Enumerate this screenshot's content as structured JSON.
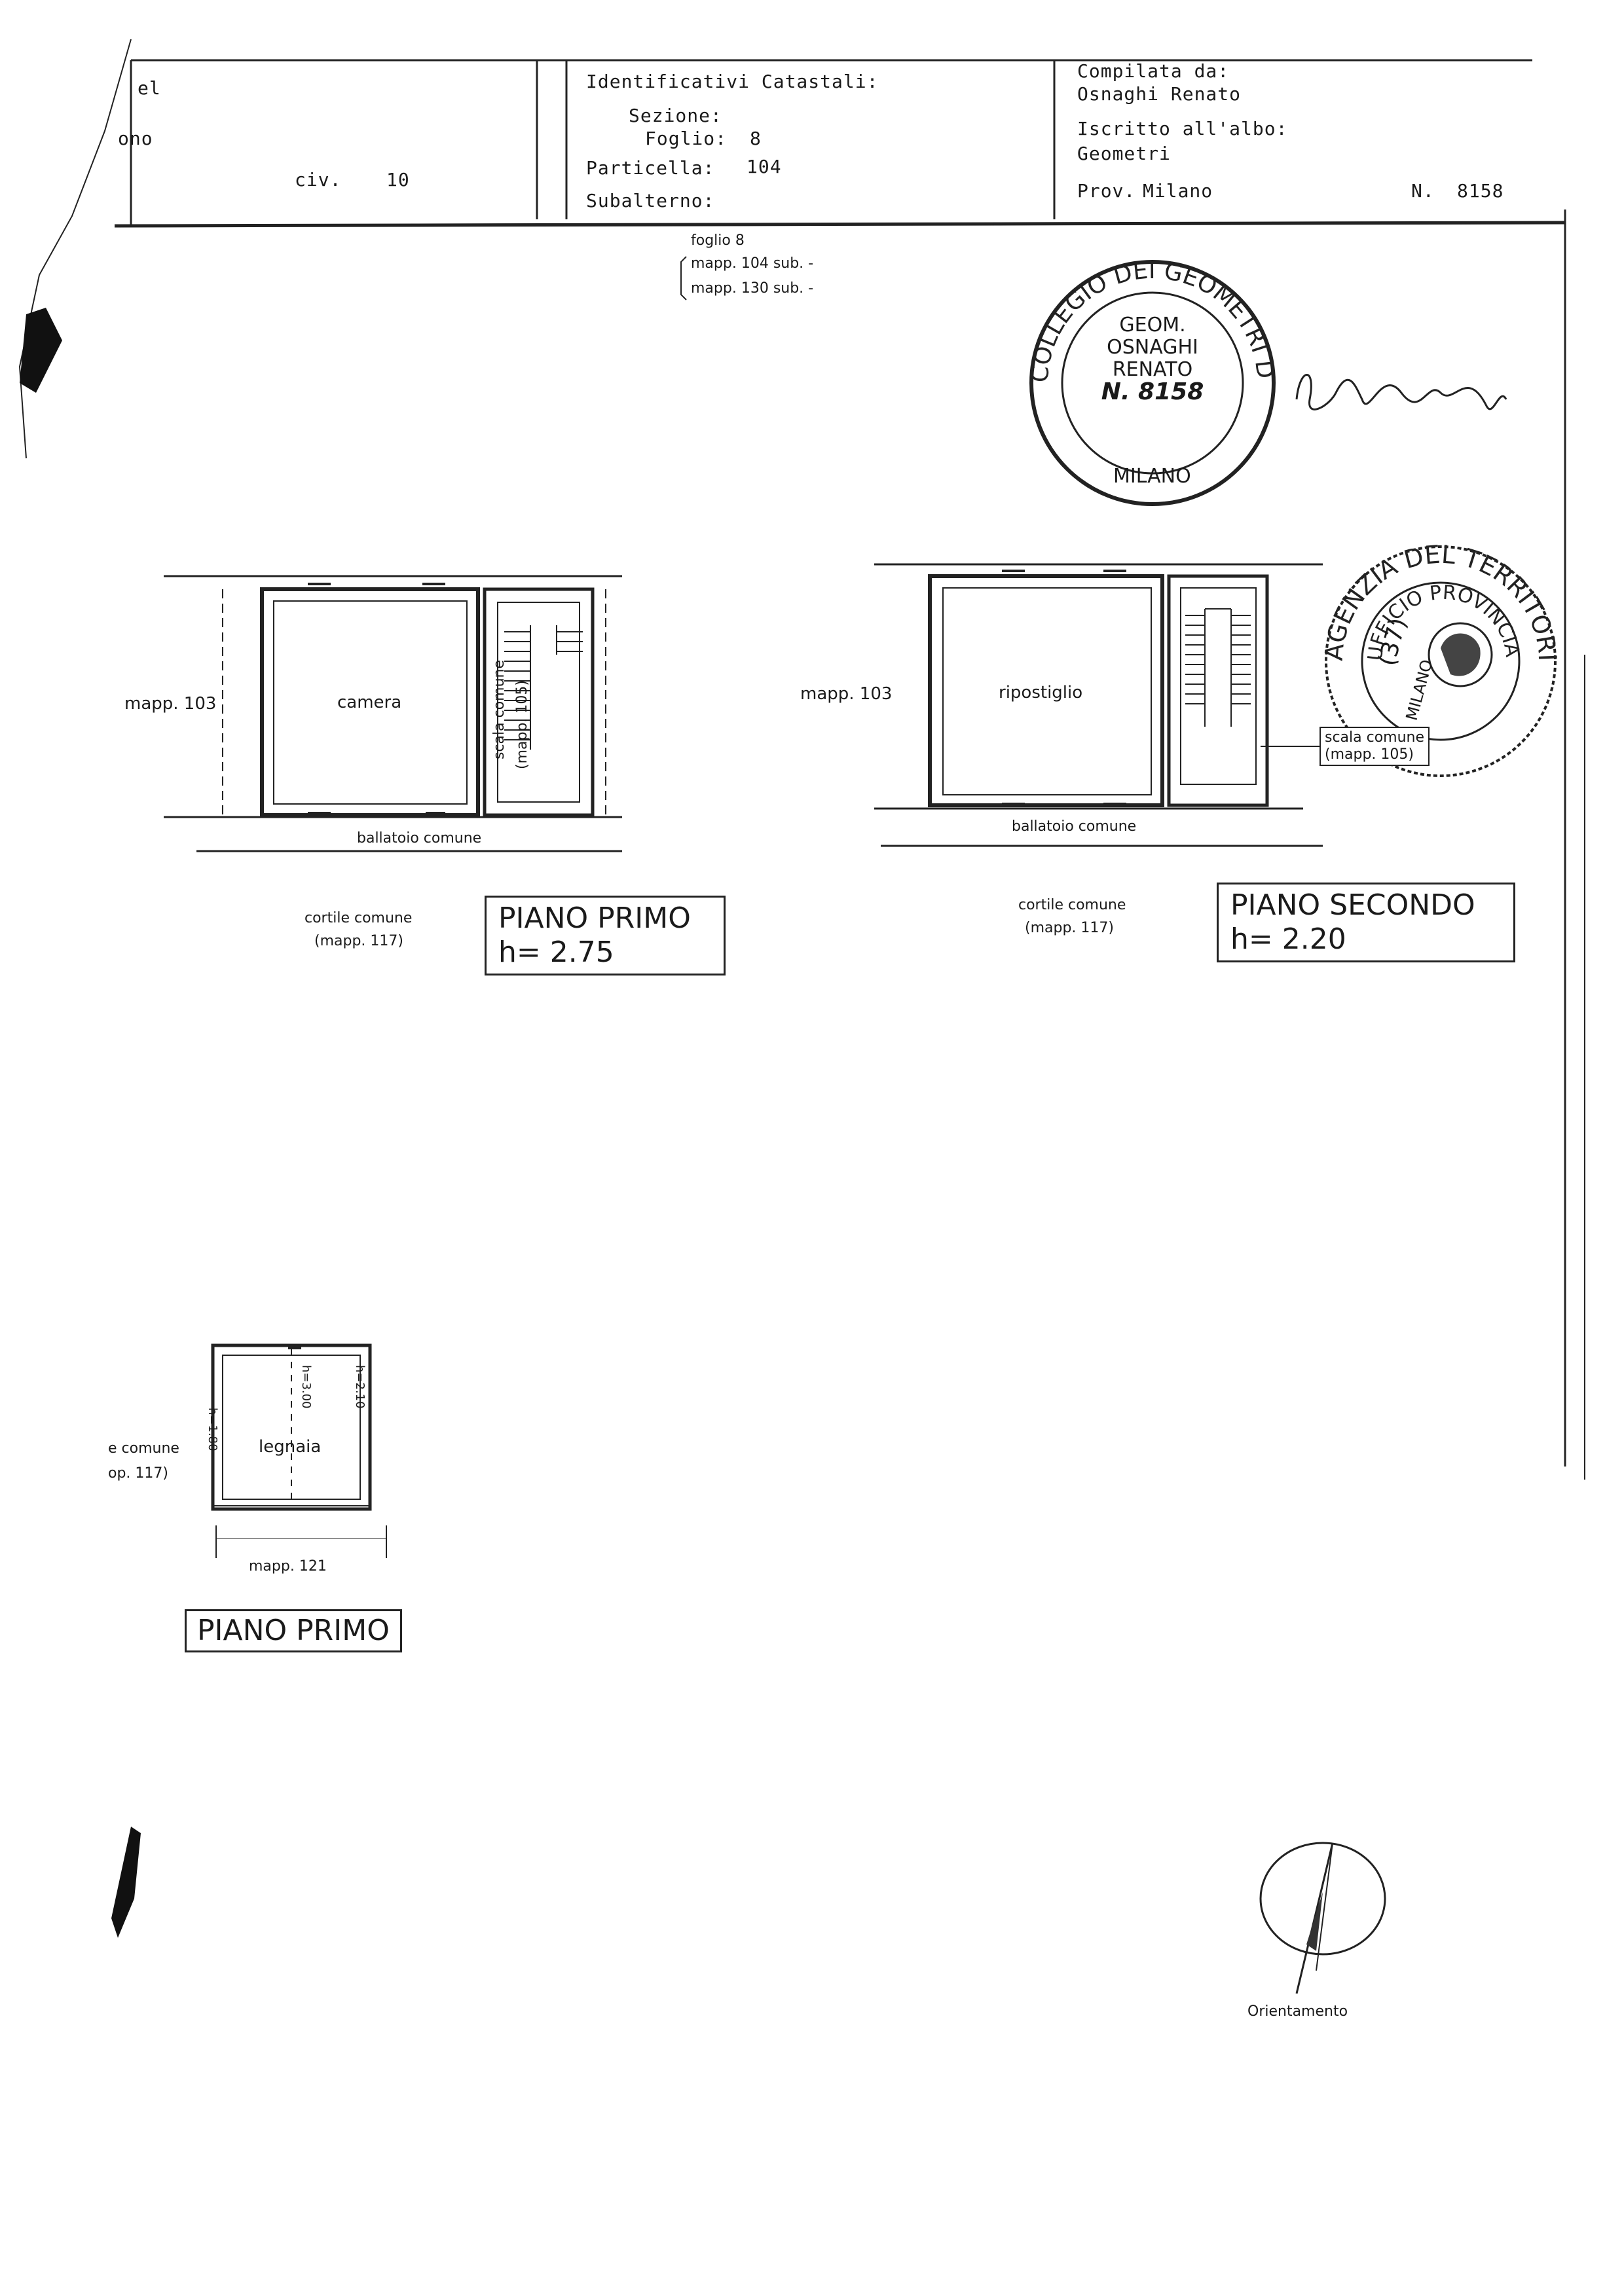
{
  "header": {
    "left": {
      "line1": "el",
      "line2": "ono",
      "civ_label": "civ.",
      "civ_value": "10"
    },
    "cadastral": {
      "title": "Identificativi Catastali:",
      "sezione_label": "Sezione:",
      "foglio_label": "Foglio:",
      "foglio_value": "8",
      "particella_label": "Particella:",
      "particella_value": "104",
      "subalterno_label": "Subalterno:"
    },
    "compiler": {
      "title": "Compilata da:",
      "name": "Osnaghi Renato",
      "iscritto_label": "Iscritto all'albo:",
      "albo": "Geometri",
      "prov_label": "Prov.",
      "prov_value": "Milano",
      "n_label": "N.",
      "n_value": "8158"
    }
  },
  "reference": {
    "foglio": "foglio 8",
    "mapp1": "mapp. 104 sub. -",
    "mapp2": "mapp. 130 sub. -"
  },
  "stamp_geometri": {
    "ring_text": "COLLEGIO DEI GEOMETRI DELLA PROVINCIA",
    "bottom_text": "MILANO",
    "line1": "GEOM.",
    "line2": "OSNAGHI",
    "line3": "RENATO",
    "line4": "N. 8158"
  },
  "stamp_agenzia": {
    "ring_text": "AGENZIA DEL TERRITORIO",
    "inner_text": "UFFICIO PROVINCIALE",
    "city": "MILANO",
    "code": "(37)"
  },
  "plan_primo": {
    "neighbor": "mapp. 103",
    "room": "camera",
    "stair": "scala comune",
    "stair_mapp": "(mapp. 105)",
    "ballatoio": "ballatoio comune",
    "cortile": "cortile comune",
    "cortile_mapp": "(mapp. 117)",
    "title": "PIANO PRIMO",
    "height": "h= 2.75"
  },
  "plan_secondo": {
    "neighbor": "mapp. 103",
    "room": "ripostiglio",
    "stair": "scala comune",
    "stair_mapp": "(mapp. 105)",
    "ballatoio": "ballatoio comune",
    "cortile": "cortile comune",
    "cortile_mapp": "(mapp. 117)",
    "title": "PIANO SECONDO",
    "height": "h= 2.20"
  },
  "plan_legnaia": {
    "room": "legnaia",
    "left_label": "e comune",
    "left_mapp": "op. 117)",
    "bottom_mapp": "mapp. 121",
    "dim_left": "h=1.80",
    "dim_mid": "h=3.00",
    "dim_right": "h=2.10",
    "title": "PIANO PRIMO"
  },
  "orientation": {
    "label": "Orientamento"
  }
}
